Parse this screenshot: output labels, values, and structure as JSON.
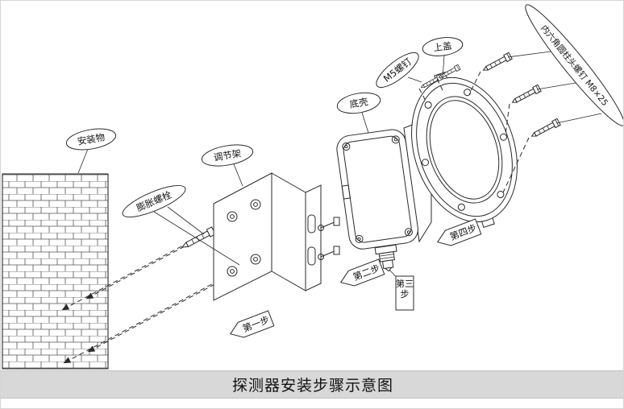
{
  "figure": {
    "title": "探测器安装步骤示意图"
  },
  "callouts": {
    "mounting_surface": "安装物",
    "expansion_bolts": "膨胀螺栓",
    "adjusting_bracket": "调节架",
    "bottom_shell": "底壳",
    "m5_screws": "M5螺钉",
    "top_cover": "上盖",
    "hex_socket_screws": "内六角圆柱头螺钉 M8×25"
  },
  "steps": {
    "step1": "第一步",
    "step2": "第二步",
    "step3": "第三步",
    "step4": "第四步"
  },
  "colors": {
    "line": "#2a2a2a",
    "title_bar_bg": "#d8d8d8",
    "background": "#ffffff"
  }
}
